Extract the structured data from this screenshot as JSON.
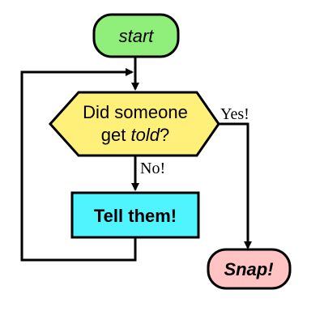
{
  "diagram": {
    "start": {
      "text": "start"
    },
    "decision": {
      "line1": "Did someone",
      "line2_prefix": "get ",
      "line2_italic": "told",
      "line2_suffix": "?"
    },
    "action": {
      "text": "Tell them!"
    },
    "end": {
      "text": "Snap!"
    },
    "edges": {
      "yes": "Yes!",
      "no": "No!"
    },
    "colors": {
      "start_fill": "#90ee7a",
      "decision_fill": "#fff07a",
      "action_fill": "#4ff4ff",
      "end_fill": "#ffc3c3",
      "stroke": "#000000"
    }
  }
}
